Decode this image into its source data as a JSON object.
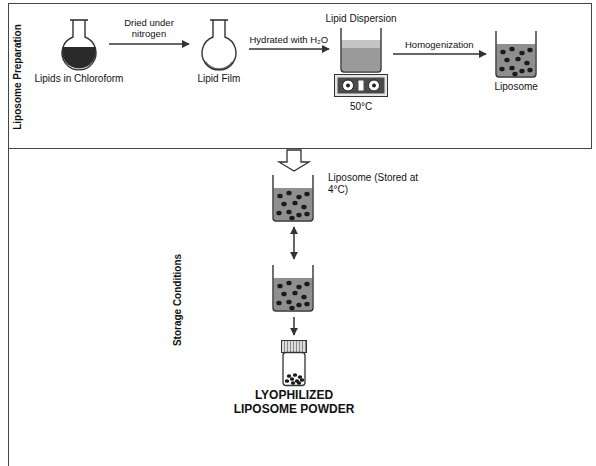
{
  "diagram": {
    "nodes": [
      {
        "text": [
          "Liposome Preparation"
        ]
      },
      {
        "text": [
          "Lipids in Chloroform"
        ],
        "in": 0
      },
      {
        "text": [
          "Lipid Film"
        ],
        "in": 0
      },
      {
        "text": [
          "Lipid Dispersion",
          "50°C"
        ],
        "in": 0
      },
      {
        "text": [
          "Liposome"
        ],
        "in": 0
      },
      {
        "text": [
          "Liposome (Stored at 4°C)"
        ]
      },
      {
        "text": []
      },
      {
        "text": [
          "LYOPHILIZED LIPOSOME POWDER"
        ]
      }
    ],
    "edges": [
      {
        "from": 1,
        "to": 2,
        "label": "Dried under nitrogen",
        "arrow": "to"
      },
      {
        "from": 2,
        "to": 3,
        "label": "Hydrated with H₂O",
        "arrow": "to"
      },
      {
        "from": 3,
        "to": 4,
        "label": "Homogenization",
        "arrow": "to"
      },
      {
        "from": 0,
        "to": 5,
        "arrow": "to"
      },
      {
        "from": 5,
        "to": 6,
        "arrow": "both"
      },
      {
        "from": 6,
        "to": 7,
        "arrow": "to"
      }
    ],
    "labels": [
      "Storage Conditions"
    ]
  }
}
